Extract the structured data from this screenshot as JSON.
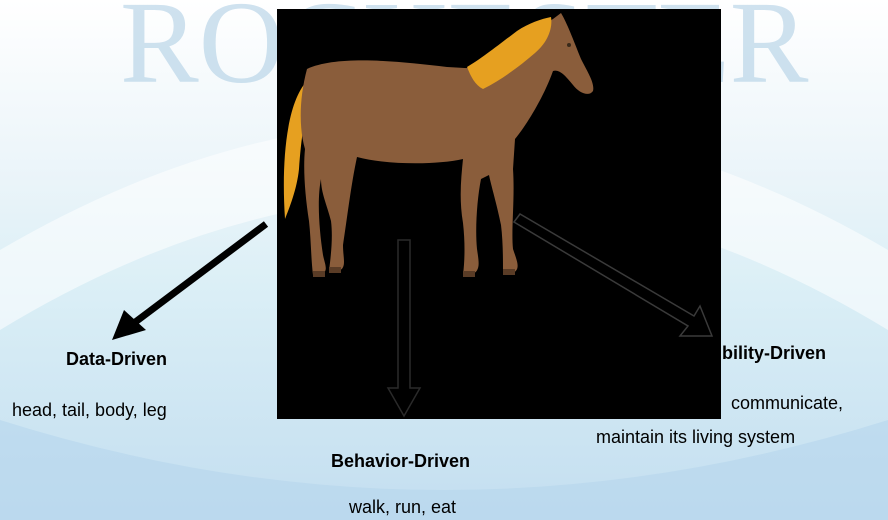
{
  "colors": {
    "background_top": "#ffffff",
    "background_band": "#dbeff6",
    "background_bottom": "#c3def0",
    "watermark": "#9dc3dc",
    "panel": "#000000",
    "horse_body": "#8a5d3b",
    "mane_tail": "#e6a020"
  },
  "watermark": {
    "line1": "ROCHESTER"
  },
  "nodes": {
    "data_driven": {
      "title": "Data-Driven",
      "detail": "head, tail, body, leg"
    },
    "behavior_driven": {
      "title": "Behavior-Driven",
      "detail": "walk, run, eat"
    },
    "responsibility_driven": {
      "title": "bility-Driven",
      "detail_line1": "communicate,",
      "detail_line2": "maintain its living system"
    }
  },
  "icons": {
    "subject": "horse-illustration",
    "arrows": [
      "arrow-icon",
      "hollow-arrow-icon",
      "hollow-arrow-icon"
    ]
  }
}
